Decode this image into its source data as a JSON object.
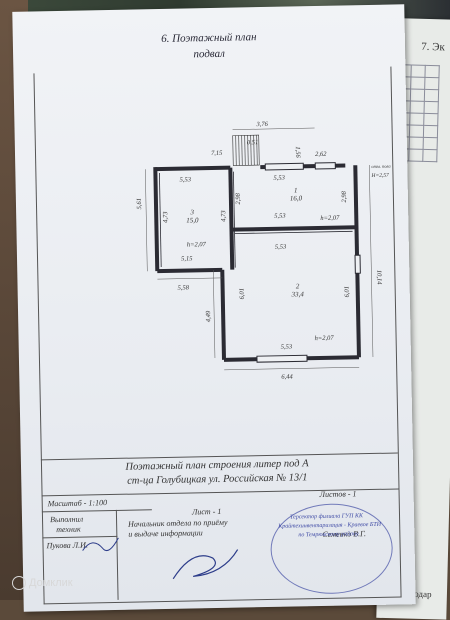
{
  "main": {
    "title_line1": "6. Поэтажный план",
    "title_line2": "подвал"
  },
  "plan": {
    "dims": {
      "top_outer": "3,76",
      "step": "0,51",
      "left_top": "7,15",
      "mid_top": "1,56",
      "right_top": "2,62",
      "room1_top": "5,53",
      "room1_w": "5,53",
      "room1_w2": "5,53",
      "room3_top": "5,53",
      "left_outer": "5,61",
      "room3_h": "4,73",
      "room3_h2": "4,73",
      "room1_h": "2,98",
      "room1_h_right": "2,98",
      "room3_bottom": "5,15",
      "left_bottom": "5,58",
      "room2_left": "6,01",
      "room2_right": "6,01",
      "outer_left_low": "4,49",
      "outer_right": "10,14",
      "room2_bottom": "5,53",
      "bottom_outer": "6,44",
      "h_room1": "h=2,07",
      "h_room3": "h=2,07",
      "h_room2": "h=2,07",
      "level_h": "H=2,57",
      "level_note": "отм. пола"
    },
    "rooms": [
      {
        "num": "1",
        "area": "16,0"
      },
      {
        "num": "2",
        "area": "33,4"
      },
      {
        "num": "3",
        "area": "15,0"
      }
    ]
  },
  "title_block": {
    "caption_line1": "Поэтажный план строения литер  под А",
    "caption_line2": "ст-ца Голубицкая ул. Российская № 13/1",
    "scale": "Масштаб - 1:100",
    "sheet": "Лист - 1",
    "sheets_total": "Листов - 1",
    "executor_role_1": "Выполнил",
    "executor_role_2": "техник",
    "executor_name": "Пукова Л.И.",
    "chief_line1": "Начальник отдела по приёму",
    "chief_line2": "и выдаче информации",
    "chief_name": "Семенко В.Г.",
    "stamp_line1": "Терсектор филиала ГУП КК",
    "stamp_line2": "Крайтехинвентаризация - Краевое БТИ",
    "stamp_line3": "по Темрюкскому району"
  },
  "side_sheet": {
    "header": "7. Эк",
    "footer": "Краснодар"
  },
  "watermark": "Домклик"
}
